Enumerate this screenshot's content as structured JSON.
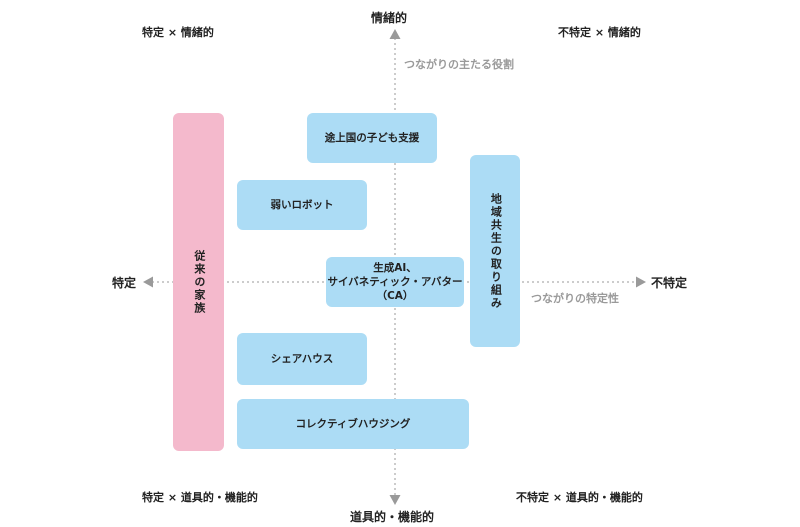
{
  "axes": {
    "top": "情緒的",
    "bottom": "道具的・機能的",
    "left": "特定",
    "right": "不特定",
    "vertical_desc": "つながりの主たる役割",
    "horizontal_desc": "つながりの特定性"
  },
  "corners": {
    "top_left": "特定 × 情緒的",
    "top_right": "不特定 × 情緒的",
    "bottom_left": "特定 × 道具的・機能的",
    "bottom_right": "不特定 × 道具的・機能的"
  },
  "boxes": {
    "traditional_family": "従来の家族",
    "child_support": "途上国の子ども支援",
    "weak_robot": "弱いロボット",
    "genai_ca": "生成AI、\nサイバネティック・アバター\n（CA）",
    "community": "地域共生の取り組み",
    "share_house": "シェアハウス",
    "collective_housing": "コレクティブハウジング"
  },
  "colors": {
    "blue_box": "#acdcf5",
    "pink_box": "#f4b9cc",
    "axis": "#9a9a9a"
  }
}
